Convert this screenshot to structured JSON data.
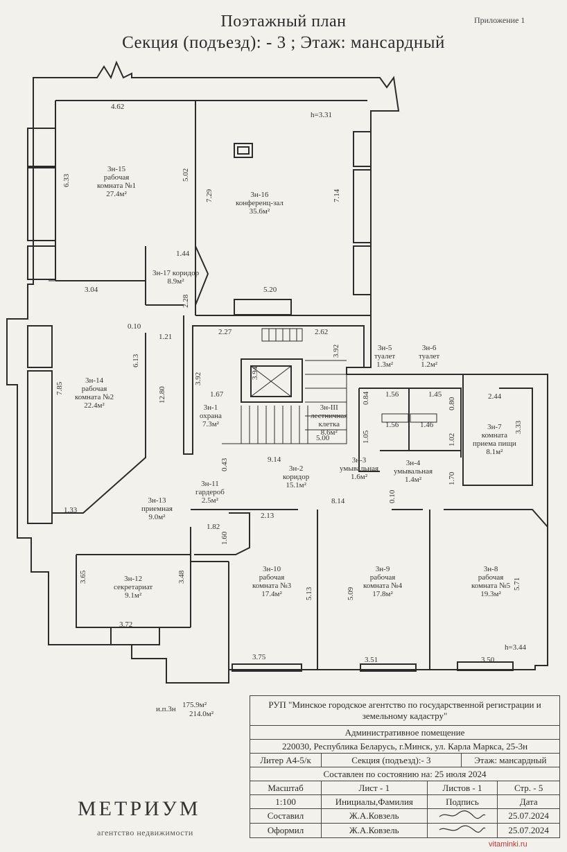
{
  "header": {
    "appendix": "Приложение 1",
    "title": "Поэтажный план",
    "subtitle": "Секция (подъезд): - 3 ;  Этаж: мансардный"
  },
  "rooms": [
    {
      "id": "3н-15",
      "lines": [
        "3н-15",
        "рабочая",
        "комната №1",
        "27.4м²"
      ]
    },
    {
      "id": "3н-16",
      "lines": [
        "3н-16",
        "конференц-зал",
        "35.6м²"
      ]
    },
    {
      "id": "3н-17",
      "lines": [
        "3н-17 коридор",
        "8.9м²"
      ]
    },
    {
      "id": "3н-14",
      "lines": [
        "3н-14",
        "рабочая",
        "комната №2",
        "22.4м²"
      ]
    },
    {
      "id": "3н-1",
      "lines": [
        "3н-1",
        "охрана",
        "7.3м²"
      ]
    },
    {
      "id": "3н-III",
      "lines": [
        "3н-III",
        "лестничная",
        "клетка",
        "8.6м²"
      ]
    },
    {
      "id": "3н-5",
      "lines": [
        "3н-5",
        "туалет",
        "1.3м²"
      ]
    },
    {
      "id": "3н-6",
      "lines": [
        "3н-6",
        "туалет",
        "1.2м²"
      ]
    },
    {
      "id": "3н-7",
      "lines": [
        "3н-7",
        "комната",
        "приема пищи",
        "8.1м²"
      ]
    },
    {
      "id": "3н-2",
      "lines": [
        "3н-2",
        "коридор",
        "15.1м²"
      ]
    },
    {
      "id": "3н-3",
      "lines": [
        "3н-3",
        "умывальная",
        "1.6м²"
      ]
    },
    {
      "id": "3н-4",
      "lines": [
        "3н-4",
        "умывальная",
        "1.4м²"
      ]
    },
    {
      "id": "3н-11",
      "lines": [
        "3н-11",
        "гардероб",
        "2.5м²"
      ]
    },
    {
      "id": "3н-13",
      "lines": [
        "3н-13",
        "приемная",
        "9.0м²"
      ]
    },
    {
      "id": "3н-12",
      "lines": [
        "3н-12",
        "секретариат",
        "9.1м²"
      ]
    },
    {
      "id": "3н-10",
      "lines": [
        "3н-10",
        "рабочая",
        "комната №3",
        "17.4м²"
      ]
    },
    {
      "id": "3н-9",
      "lines": [
        "3н-9",
        "рабочая",
        "комната №4",
        "17.8м²"
      ]
    },
    {
      "id": "3н-8",
      "lines": [
        "3н-8",
        "рабочая",
        "комната №5",
        "19.3м²"
      ]
    }
  ],
  "dimensions": {
    "d462": "4.62",
    "d633": "6.33",
    "d502": "5.02",
    "d729": "7.29",
    "d714": "7.14",
    "h331": "h=3.31",
    "d144": "1.44",
    "d304": "3.04",
    "d228": "2.28",
    "d520": "5.20",
    "d010": "0.10",
    "d121": "1.21",
    "d613": "6.13",
    "d1280": "12.80",
    "d785": "7.85",
    "d227": "2.27",
    "d262": "2.62",
    "d392a": "3.92",
    "d392b": "3.92",
    "d394": "3.94",
    "d167": "1.67",
    "d500": "5.00",
    "d043": "0.43",
    "d914": "9.14",
    "d084": "0.84",
    "d105": "1.05",
    "d156a": "1.56",
    "d156b": "1.56",
    "d145": "1.45",
    "d146": "1.46",
    "d080": "0.80",
    "d102": "1.02",
    "d244": "2.44",
    "d333": "3.33",
    "d170": "1.70",
    "d814": "8.14",
    "d010b": "0.10",
    "d133": "1.33",
    "d182": "1.82",
    "d213": "2.13",
    "d160": "1.60",
    "d365": "3.65",
    "d348": "3.48",
    "d513": "5.13",
    "d509": "5.09",
    "d571": "5.71",
    "d372": "3.72",
    "d375": "3.75",
    "d351": "3.51",
    "d350": "3.50",
    "h344": "h=3.44"
  },
  "totals": {
    "label": "и.п.3н",
    "area1": "175.9м²",
    "area2": "214.0м²"
  },
  "stamp": {
    "org": "РУП \"Минское городское агентство по государственной регистрации и земельному кадастру\"",
    "object": "Административное помещение",
    "address": "220030, Республика Беларусь, г.Минск, ул. Карла Маркса, 25-3н",
    "liter": "Литер А4-5/к",
    "section": "Секция (подъезд):- 3",
    "floor": "Этаж: мансардный",
    "date_line": "Составлен по состоянию на: 25 июля 2024",
    "scale_label": "Масштаб",
    "scale_value": "1:100",
    "sheet": "Лист - 1",
    "sheets": "Листов - 1",
    "page": "Стр. - 5",
    "col_names": "Инициалы,Фамилия",
    "col_sign": "Подпись",
    "col_date": "Дата",
    "row1_role": "Составил",
    "row1_name": "Ж.А.Ковзель",
    "row1_date": "25.07.2024",
    "row2_role": "Оформил",
    "row2_name": "Ж.А.Ковзель",
    "row2_date": "25.07.2024"
  },
  "branding": {
    "logo": "МЕТРИУМ",
    "tagline": "агентство недвижимости",
    "site": "vitaminki.ru"
  }
}
